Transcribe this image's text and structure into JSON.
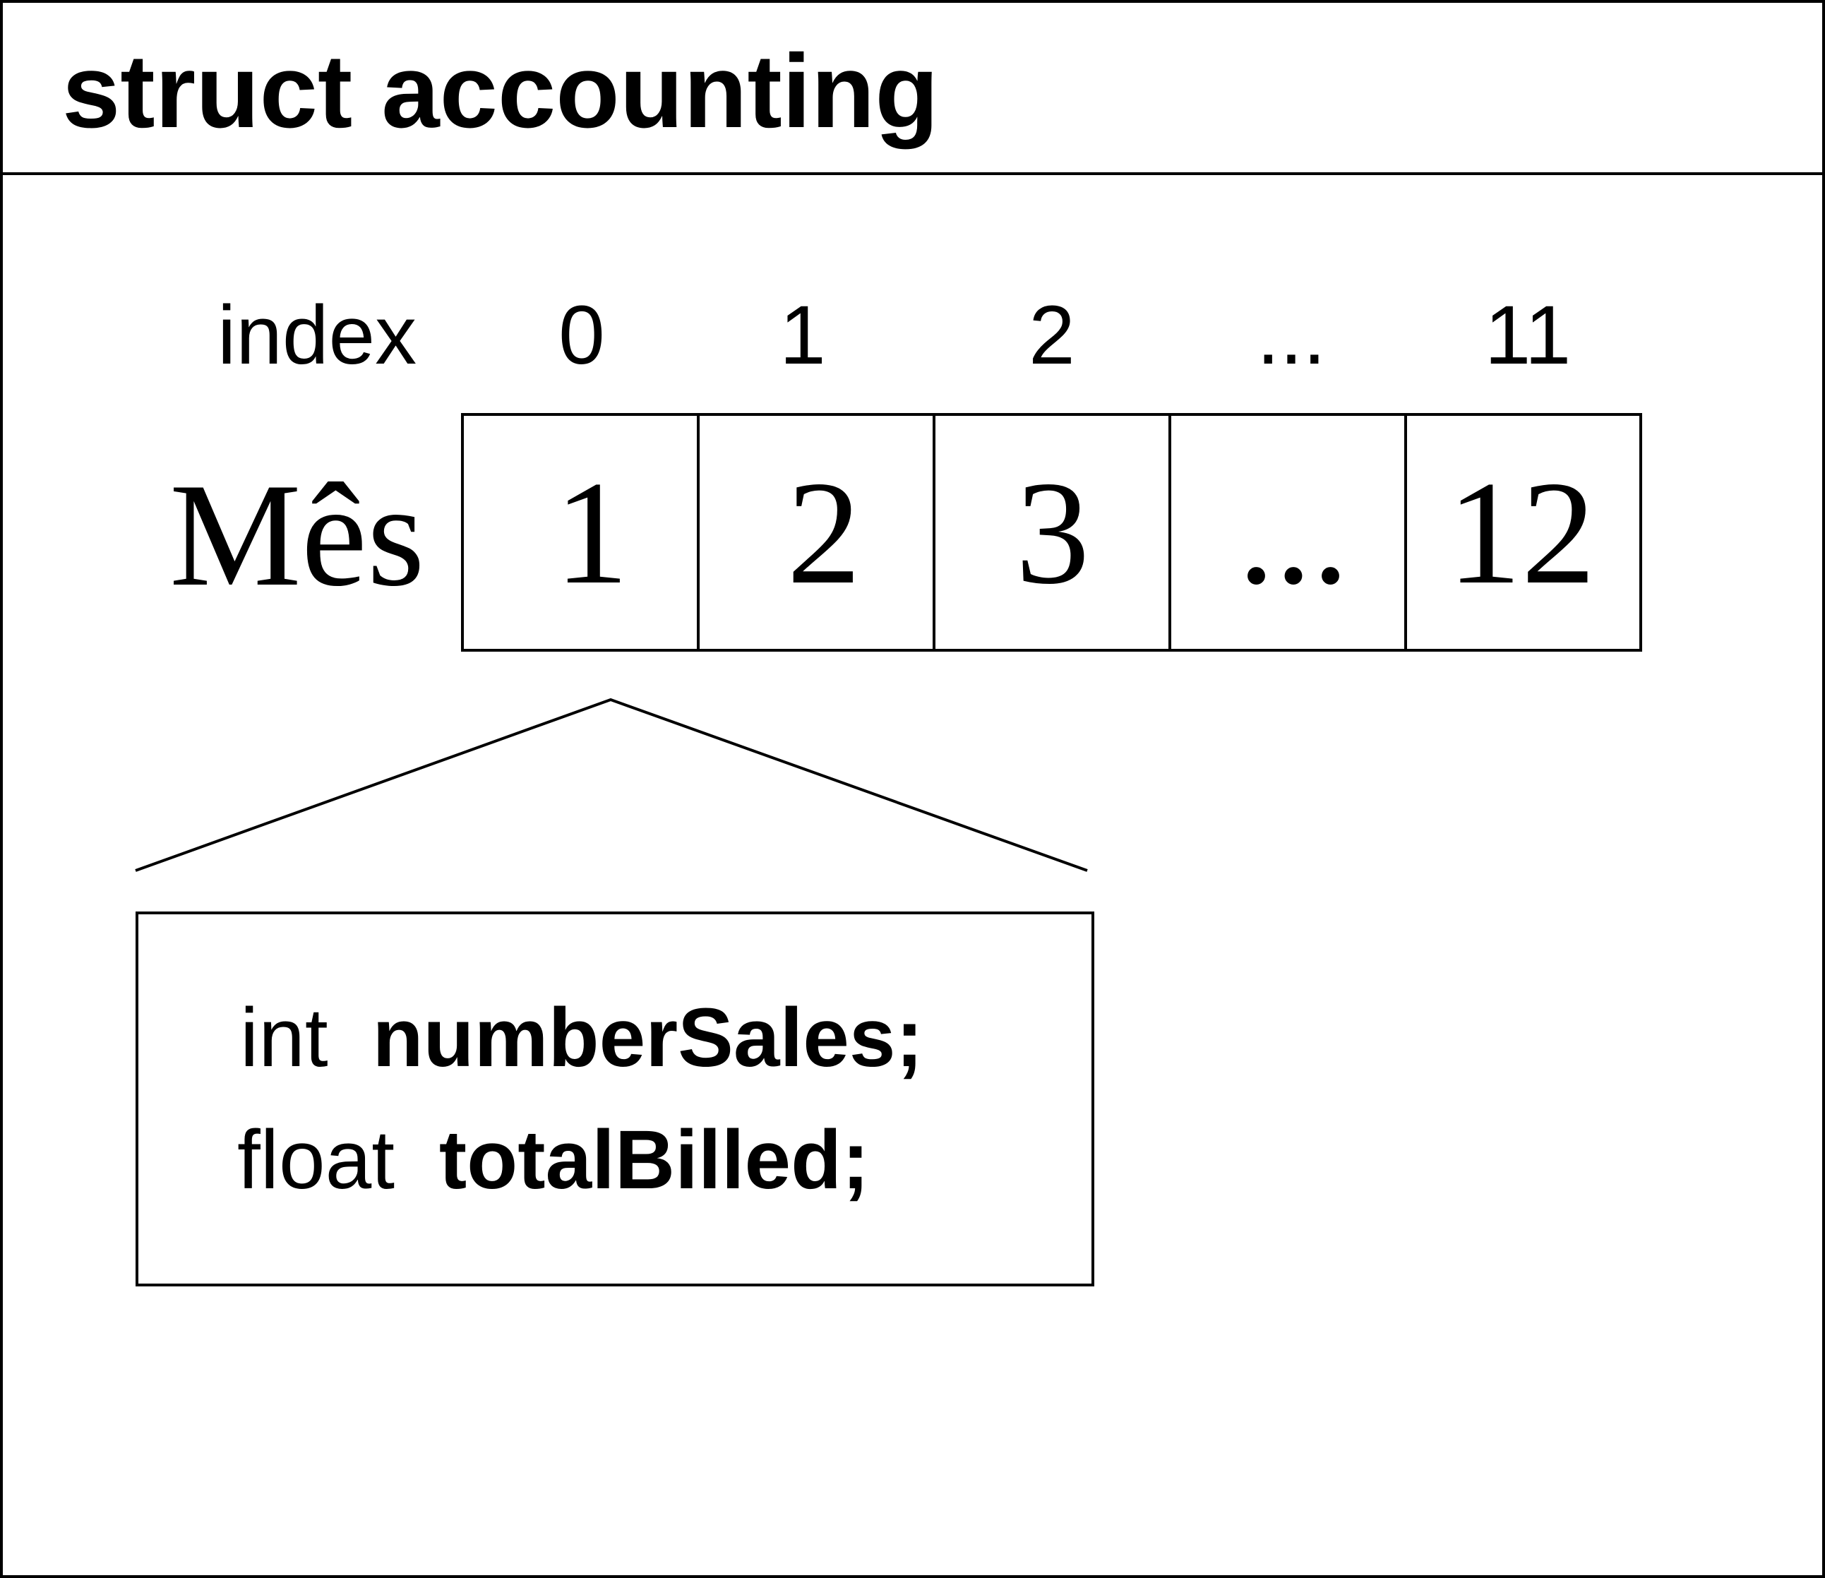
{
  "struct": {
    "title": "struct accounting"
  },
  "array": {
    "index_label": "index",
    "name": "Mês",
    "indices": [
      "0",
      "1",
      "2",
      "...",
      "11"
    ],
    "values": [
      "1",
      "2",
      "3",
      "...",
      "12"
    ]
  },
  "element": {
    "fields": [
      {
        "type": "int",
        "name": "numberSales;"
      },
      {
        "type": "float",
        "name": "totalBilled;"
      }
    ]
  },
  "colors": {
    "stroke": "#000000",
    "background": "#ffffff"
  }
}
